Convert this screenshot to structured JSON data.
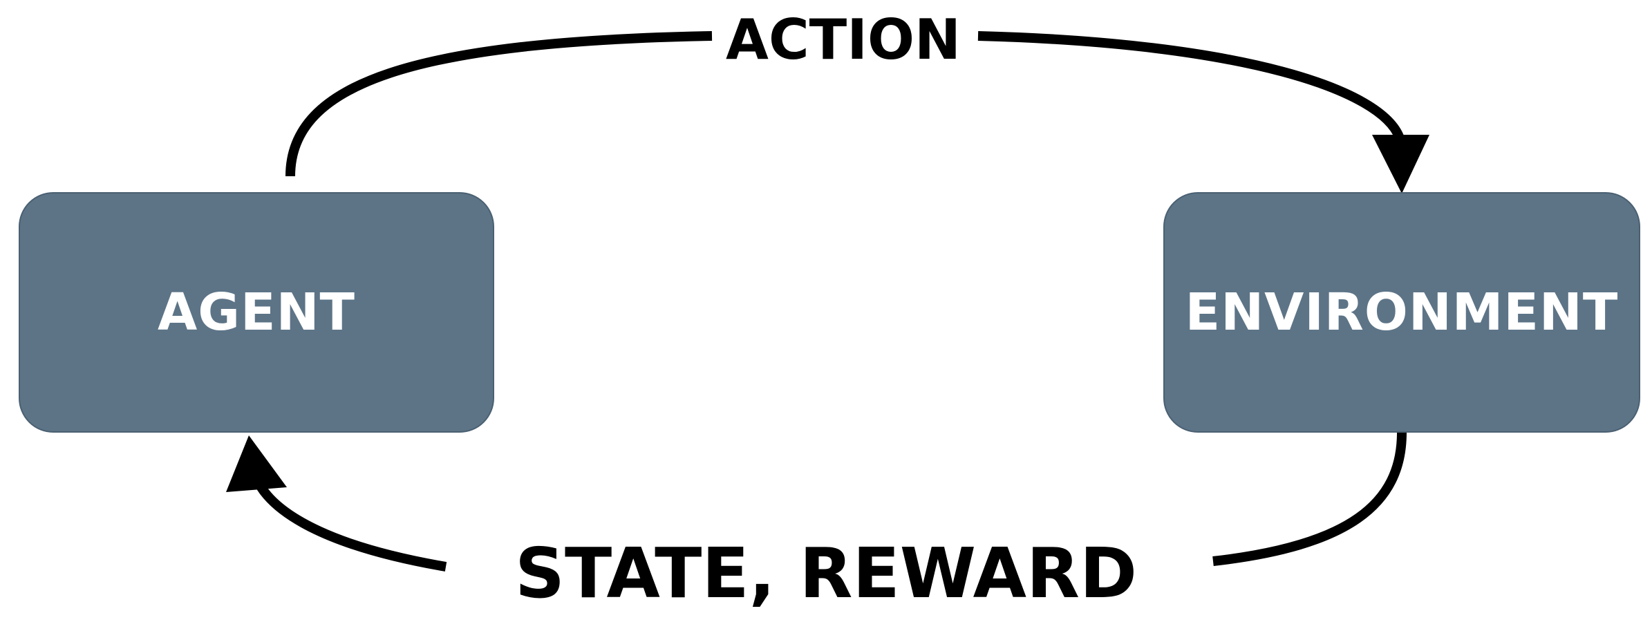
{
  "nodes": {
    "agent": {
      "label": "AGENT"
    },
    "environment": {
      "label": "ENVIRONMENT"
    }
  },
  "edges": {
    "action": {
      "label": "ACTION",
      "from": "agent",
      "to": "environment"
    },
    "state_reward": {
      "label": "STATE, REWARD",
      "from": "environment",
      "to": "agent"
    }
  },
  "colors": {
    "node_fill": "#5d7487",
    "node_text": "#ffffff",
    "arrow": "#000000",
    "background": "#ffffff"
  }
}
